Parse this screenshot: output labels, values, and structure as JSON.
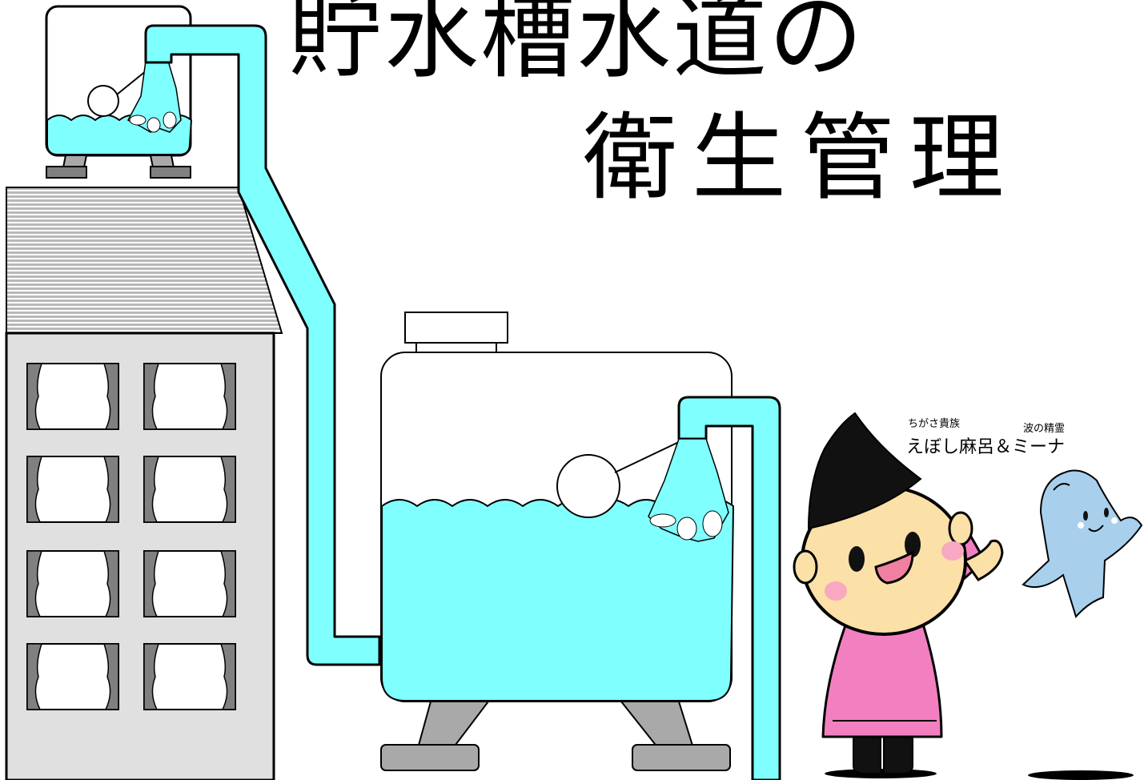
{
  "title": {
    "line1": "貯水槽水道の",
    "line2": "衛生管理"
  },
  "mascot": {
    "subtitle_left": "ちがさ貴族",
    "subtitle_right": "波の精霊",
    "names": "えぼし麻呂＆ミーナ"
  },
  "colors": {
    "water": "#80ffff",
    "building": "#e0e0e0",
    "tank_supports": "#a9a9a9",
    "window_curtains": "#808080",
    "robe": "#f280c0",
    "face": "#fbe0a8",
    "ghost": "#a8d0ec"
  }
}
